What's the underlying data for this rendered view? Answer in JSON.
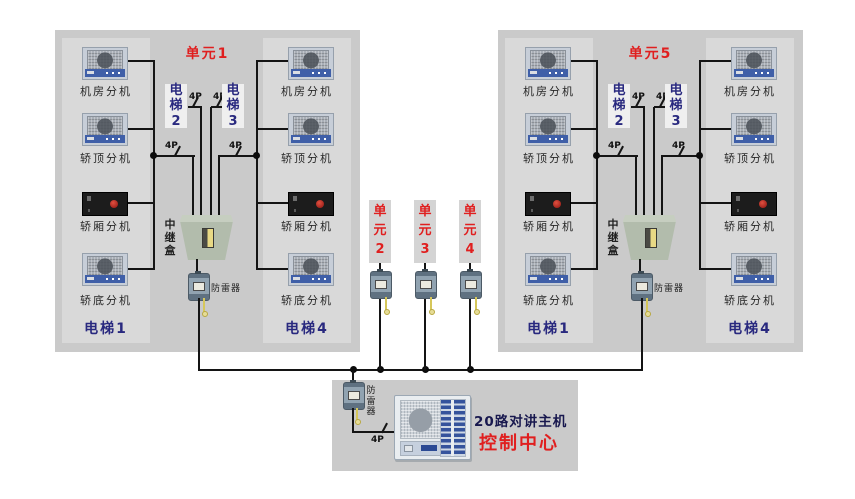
{
  "colors": {
    "red": "#e01f1f",
    "navy": "#29297f",
    "wire": "#141414",
    "panel": "#cacaca",
    "column": "#d9d9d9",
    "label": "#262626"
  },
  "wire_label": "4P",
  "panels": [
    {
      "title": "单元1",
      "device_labels": [
        "机房分机",
        "轿顶分机",
        "轿厢分机",
        "轿底分机"
      ],
      "elevator_left": "电梯1",
      "elevator_right": "电梯4",
      "riser_left": "电梯2",
      "riser_right": "电梯3",
      "relay_label": "中继盒",
      "arrester_label": "防雷器"
    },
    {
      "title": "单元5",
      "device_labels": [
        "机房分机",
        "轿顶分机",
        "轿厢分机",
        "轿底分机"
      ],
      "elevator_left": "电梯1",
      "elevator_right": "电梯4",
      "riser_left": "电梯2",
      "riser_right": "电梯3",
      "relay_label": "中继盒",
      "arrester_label": "防雷器"
    }
  ],
  "middle_units": [
    {
      "label": "单元2"
    },
    {
      "label": "单元3"
    },
    {
      "label": "单元4"
    }
  ],
  "control_center": {
    "arrester_label": "防雷器",
    "title": "20路对讲主机",
    "subtitle": "控制中心"
  }
}
